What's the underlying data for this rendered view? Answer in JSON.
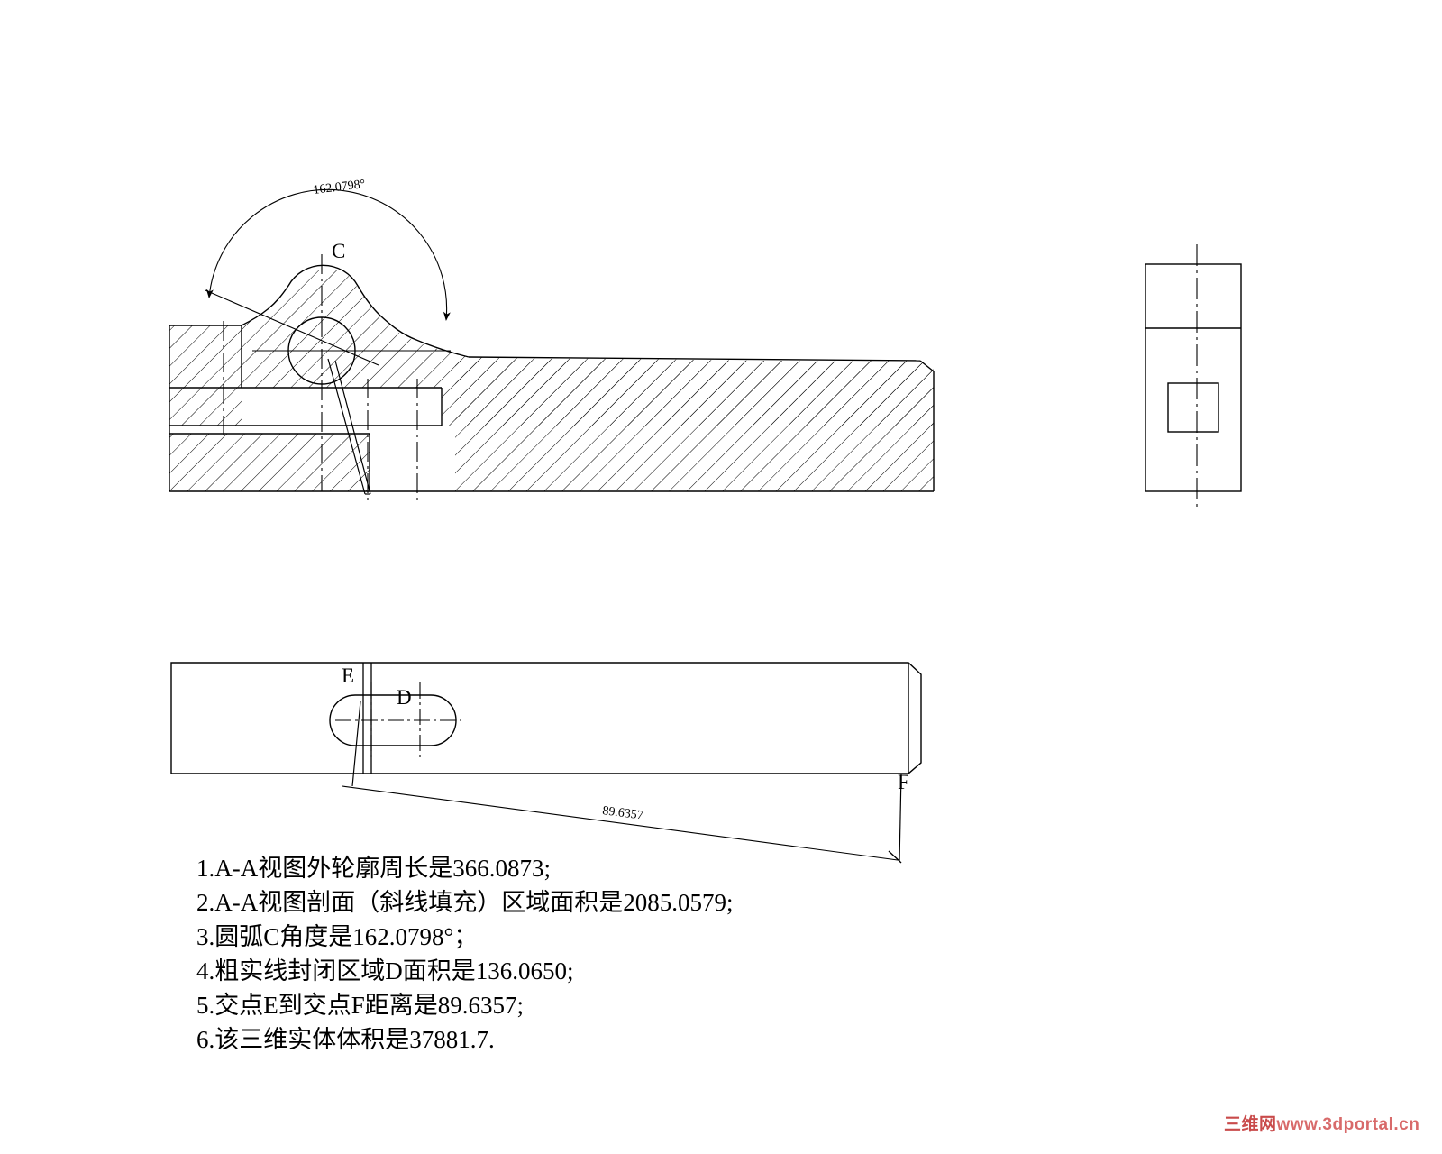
{
  "document": {
    "type": "cad-technical-drawing",
    "background_color": "#ffffff",
    "line_color": "#000000"
  },
  "views": {
    "section_view": {
      "name": "A-A section view",
      "labels": {
        "arc_center": "C"
      },
      "dimensions": {
        "angle": "162.0798°"
      }
    },
    "right_view": {
      "name": "right side view"
    },
    "plan_view": {
      "name": "plan view",
      "labels": {
        "point_e": "E",
        "slot_d": "D",
        "point_f": "F"
      },
      "dimensions": {
        "distance_ef": "89.6357"
      }
    }
  },
  "notes": {
    "items": [
      "1.A-A视图外轮廓周长是366.0873;",
      "2.A-A视图剖面（斜线填充）区域面积是2085.0579;",
      "3.圆弧C角度是162.0798°；",
      "4.粗实线封闭区域D面积是136.0650;",
      "5.交点E到交点F距离是89.6357;",
      "6.该三维实体体积是37881.7."
    ]
  },
  "watermark": {
    "chinese": "三维网",
    "url": "www.3dportal.cn",
    "color": "#c94b4b"
  },
  "measurements": {
    "outer_contour_perimeter": 366.0873,
    "section_hatched_area": 2085.0579,
    "arc_c_angle_deg": 162.0798,
    "region_d_area": 136.065,
    "distance_e_to_f": 89.6357,
    "solid_volume": 37881.7
  }
}
